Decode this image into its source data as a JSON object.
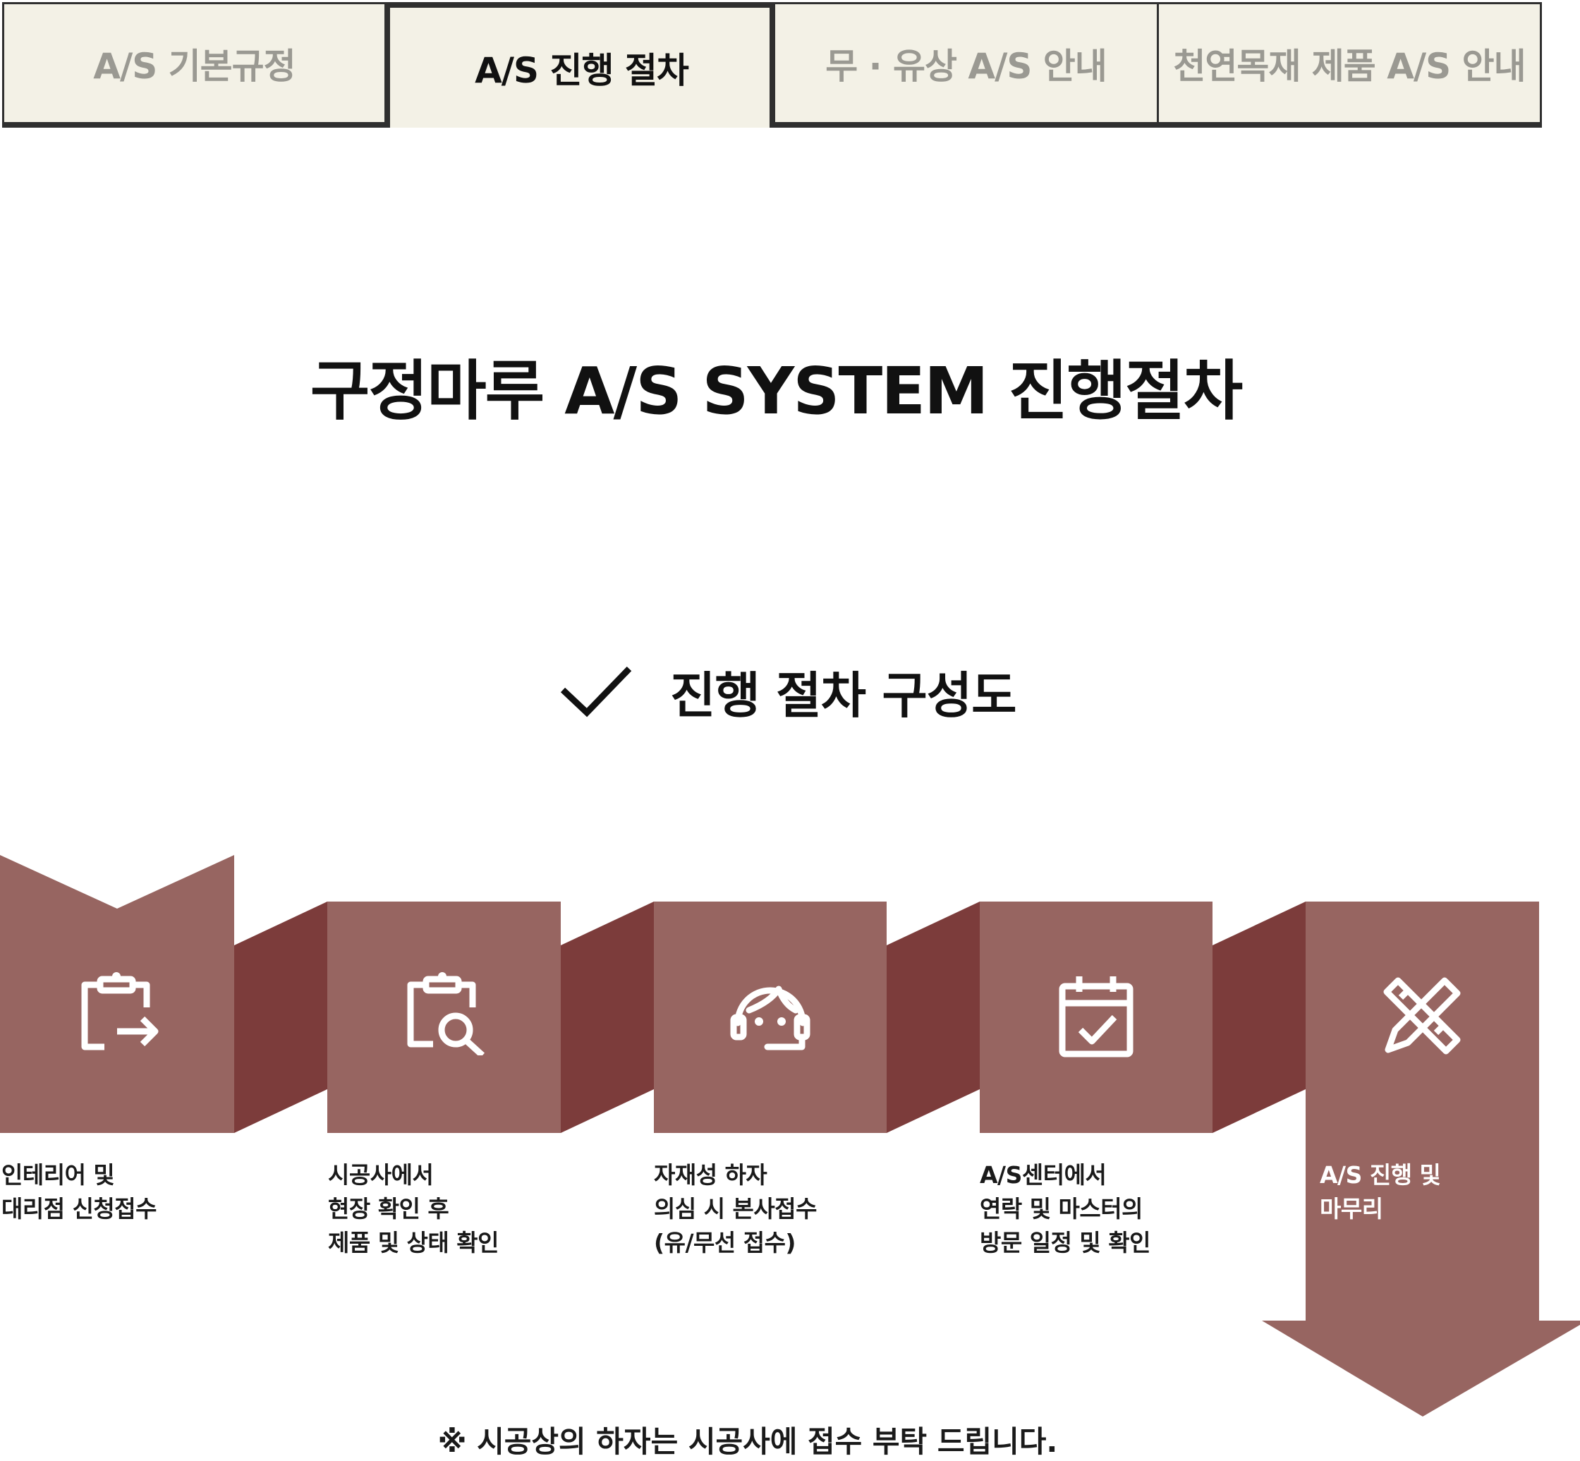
{
  "tabs": [
    {
      "label": "A/S 기본규정",
      "active": false
    },
    {
      "label": "A/S 진행 절차",
      "active": true
    },
    {
      "label": "무 · 유상 A/S 안내",
      "active": false
    },
    {
      "label": "천연목재 제품 A/S 안내",
      "active": false
    }
  ],
  "main_title": "구정마루 A/S SYSTEM 진행절차",
  "sub_heading": "진행 절차 구성도",
  "steps": [
    {
      "icon": "clipboard-arrow-icon",
      "text": "인테리어 및\n대리점 신청접수"
    },
    {
      "icon": "clipboard-search-icon",
      "text": "시공사에서\n현장 확인 후\n제품 및 상태 확인"
    },
    {
      "icon": "headset-agent-icon",
      "text": "자재성 하자\n의심 시 본사접수\n(유/무선 접수)"
    },
    {
      "icon": "calendar-check-icon",
      "text": "A/S센터에서\n연락 및 마스터의\n방문 일정 및 확인"
    },
    {
      "icon": "pencil-ruler-icon",
      "text": "A/S 진행 및\n마무리"
    }
  ],
  "note": "※ 시공상의 하자는 시공사에 접수 부탁 드립니다.",
  "colors": {
    "block": "#976561",
    "connector": "#7c3c3b",
    "tab_bg": "#f3f1e6",
    "tab_border": "#2f2f2f"
  }
}
